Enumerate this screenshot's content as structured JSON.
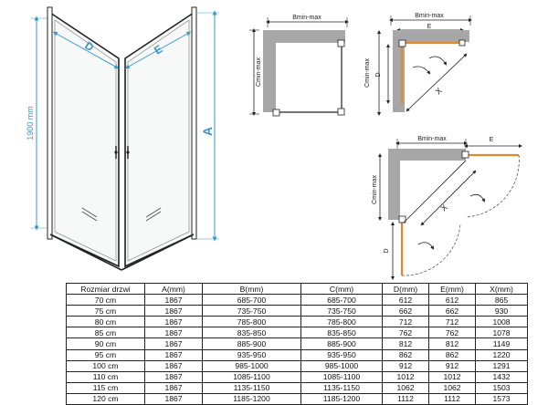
{
  "main_view": {
    "height_label": "1900 mm",
    "label_a": "A",
    "label_d": "D",
    "label_e": "E"
  },
  "plan1": {
    "top_label": "Bmin-max",
    "side_label": "Cmin-max"
  },
  "plan2": {
    "top_label": "Bmin-max",
    "e_label": "E",
    "side_label": "Cmin-max",
    "d_label": "D",
    "x_label": "X"
  },
  "plan3": {
    "top_label": "Bmin-max",
    "e_label": "E",
    "side_label": "Cmin-max",
    "d_label": "D",
    "x_label": "X"
  },
  "colors": {
    "glass_line": "#222222",
    "dimension_line": "#3b97c9",
    "wall": "#a7a7a7",
    "door_highlight": "#e08a2c"
  },
  "table": {
    "headers": [
      "Rozmiar drzwi",
      "A(mm)",
      "B(mm)",
      "C(mm)",
      "D(mm)",
      "E(mm)",
      "X(mm)"
    ],
    "rows": [
      [
        "70 cm",
        "1867",
        "685-700",
        "685-700",
        "612",
        "612",
        "865"
      ],
      [
        "75 cm",
        "1867",
        "735-750",
        "735-750",
        "662",
        "662",
        "930"
      ],
      [
        "80 cm",
        "1867",
        "785-800",
        "785-800",
        "712",
        "712",
        "1008"
      ],
      [
        "85 cm",
        "1867",
        "835-850",
        "835-850",
        "762",
        "762",
        "1078"
      ],
      [
        "90 cm",
        "1867",
        "885-900",
        "885-900",
        "812",
        "812",
        "1149"
      ],
      [
        "95 cm",
        "1867",
        "935-950",
        "935-950",
        "862",
        "862",
        "1220"
      ],
      [
        "100 cm",
        "1867",
        "985-1000",
        "985-1000",
        "912",
        "912",
        "1291"
      ],
      [
        "110 cm",
        "1867",
        "1085-1100",
        "1085-1100",
        "1012",
        "1012",
        "1432"
      ],
      [
        "115 cm",
        "1867",
        "1135-1150",
        "1135-1150",
        "1062",
        "1062",
        "1503"
      ],
      [
        "120 cm",
        "1867",
        "1185-1200",
        "1185-1200",
        "1112",
        "1112",
        "1573"
      ]
    ]
  }
}
